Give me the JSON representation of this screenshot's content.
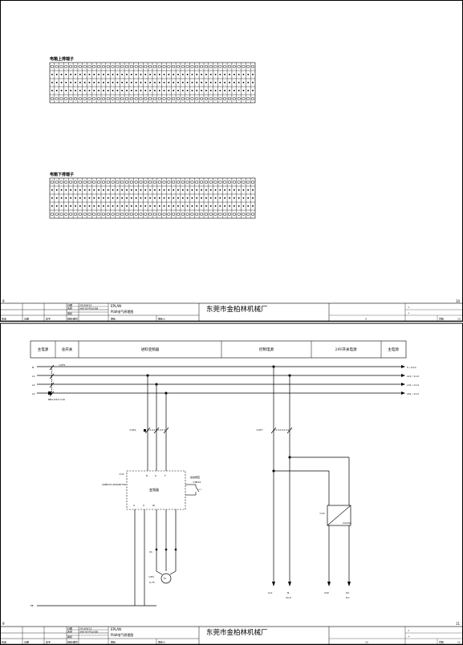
{
  "page1": {
    "corner_left": "9",
    "corner_right": "10",
    "strip_upper": {
      "title": "电箱上排端子",
      "count": 44
    },
    "strip_lower": {
      "title": "电箱下排端子",
      "count": 44
    },
    "title_block": {
      "date_label": "日期",
      "date_value": "2018/8/12",
      "name_label": "名称",
      "name_value": "AHEYDYPSLYDB",
      "check_label": "审核",
      "standard_label": "规格/图号",
      "eplan": "EPLAN",
      "drawing_title": "PLW电气原理图",
      "revision": "更新",
      "changed_by": "更新人",
      "modify": "修改",
      "date2": "日期",
      "name2": "名字",
      "company": "东莞市金柏林机械厂",
      "eq": "=",
      "plus": "+",
      "page_label": "页数",
      "page_no": "9",
      "sheet_no": "10"
    }
  },
  "page2": {
    "corner_left": "9",
    "corner_right": "11",
    "sections": [
      "主电源",
      "总开关",
      "进料变频器",
      "控制电源",
      "24V开关电源",
      "主电源"
    ],
    "lines": [
      "N",
      "L1",
      "L2",
      "L3"
    ],
    "line_ends": [
      "5 / 10.0",
      "L21 / 11.0",
      "L31 / 11.0",
      "L61 / 11.0"
    ],
    "breaker_main": "=QF1",
    "breaker_main_spec": "NB1-63/3 C10",
    "breaker_vfd": "=QF2",
    "breaker_ctrl": "=QF7",
    "vfd_ref": "=U1",
    "vfd_model": "CDBP-M-4040P0750",
    "vfd_label": "变频器",
    "vfd_pins": [
      "R",
      "S",
      "T",
      "U",
      "V",
      "W"
    ],
    "start_label": "启动按钮",
    "start_ref": "=SB15",
    "terminal_ref": "X1",
    "motor_ref": "=M1",
    "motor_spec": "0.75",
    "psu_ref": "=V2",
    "psu_spec": "24V/5A",
    "outputs": [
      {
        "label": "L11",
        "sub": ""
      },
      {
        "label": "N",
        "sub": "10.0"
      },
      {
        "label": "24V",
        "sub": ""
      },
      {
        "label": "0V",
        "sub": "8.1"
      }
    ],
    "pe_label": "PE",
    "title_block": {
      "date_label": "日期",
      "date_value": "2018/8/12",
      "name_label": "名称",
      "name_value": "AHEYDYPSLYDB",
      "check_label": "审核",
      "standard_label": "规格/图号",
      "eplan": "EPLAN",
      "drawing_title": "PLW电气原理图",
      "revision": "更新",
      "changed_by": "更新人",
      "modify": "修改",
      "date2": "日期",
      "name2": "名字",
      "company": "东莞市金柏林机械厂",
      "eq": "=",
      "plus": "+",
      "page_label": "页数",
      "page_no": "10",
      "sheet_no": "11"
    }
  }
}
